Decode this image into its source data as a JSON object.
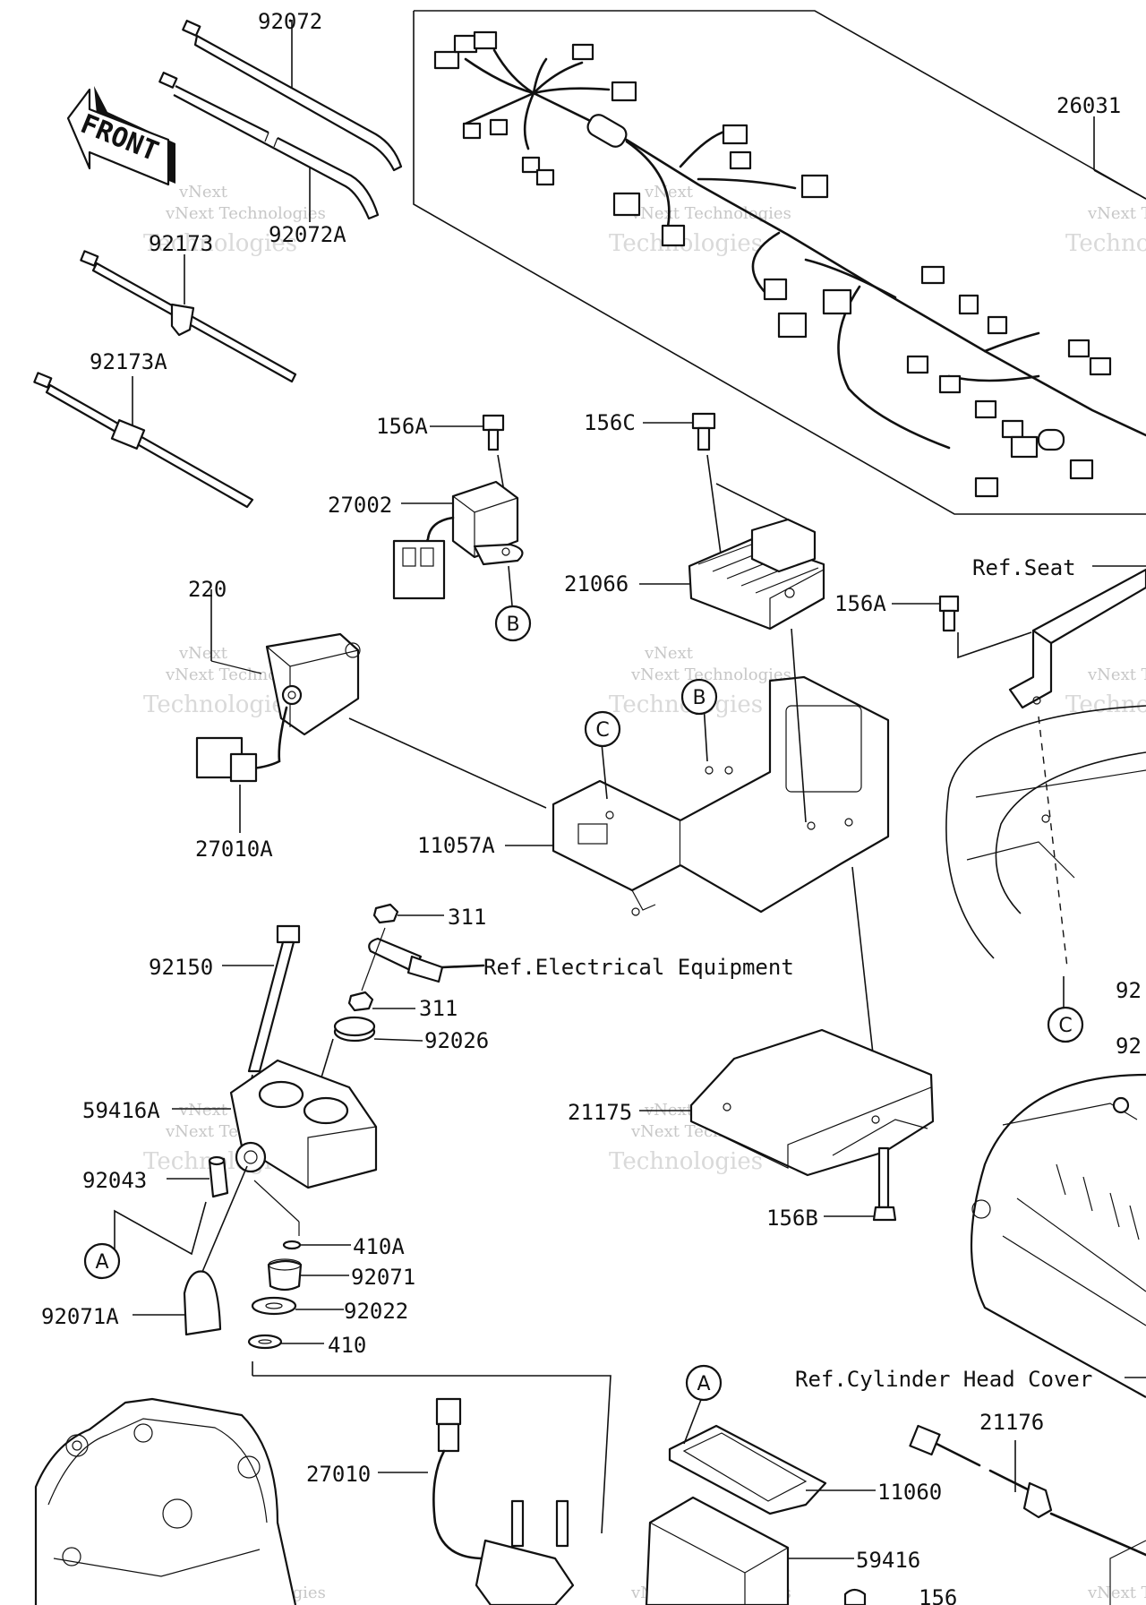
{
  "front_arrow": {
    "text": "FRONT"
  },
  "watermark": {
    "line1": "vNext",
    "line2": "vNext Technologies",
    "line3": "Technologies"
  },
  "callouts": {
    "a": "A",
    "b": "B",
    "c": "C"
  },
  "labels": {
    "p92072": "92072",
    "p92072a": "92072A",
    "p92173": "92173",
    "p92173a": "92173A",
    "p26031": "26031",
    "p156a_top": "156A",
    "p156c": "156C",
    "p27002": "27002",
    "p21066": "21066",
    "ref_seat": "Ref.Seat",
    "p156a_right": "156A",
    "p220": "220",
    "p27010a": "27010A",
    "p11057a": "11057A",
    "p311_top": "311",
    "ref_electrical": "Ref.Electrical Equipment",
    "p92150": "92150",
    "p311_bottom": "311",
    "p92026": "92026",
    "p59416a": "59416A",
    "p21175": "21175",
    "p92043": "92043",
    "p156b": "156B",
    "p410a": "410A",
    "p92071": "92071",
    "p92022": "92022",
    "p92071a": "92071A",
    "p410": "410",
    "ref_cylinder": "Ref.Cylinder Head Cover",
    "p21176": "21176",
    "p27010": "27010",
    "p11060": "11060",
    "p59416": "59416",
    "cut_92_a": "92",
    "cut_92_b": "92",
    "cut_156": "156"
  }
}
